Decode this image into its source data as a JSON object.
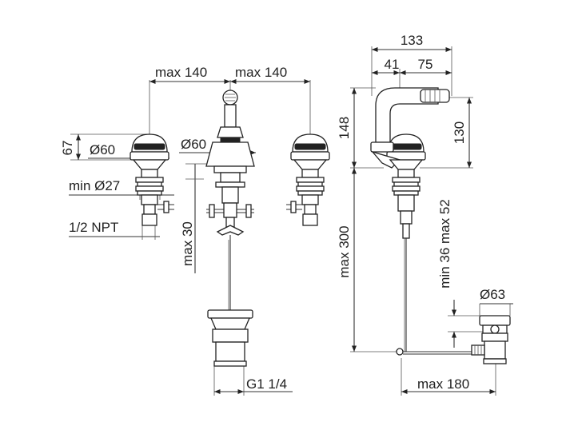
{
  "dimensions": {
    "max140_left": "max 140",
    "max140_right": "max 140",
    "d67": "67",
    "d60_left": "Ø60",
    "d60_center": "Ø60",
    "min27": "min Ø27",
    "npt": "1/2 NPT",
    "max30": "max 30",
    "g114": "G1 1/4",
    "d133": "133",
    "d41": "41",
    "d75": "75",
    "d148": "148",
    "d130": "130",
    "max300": "max 300",
    "min36max52": "min 36 max 52",
    "d63": "Ø63",
    "max180": "max 180"
  }
}
